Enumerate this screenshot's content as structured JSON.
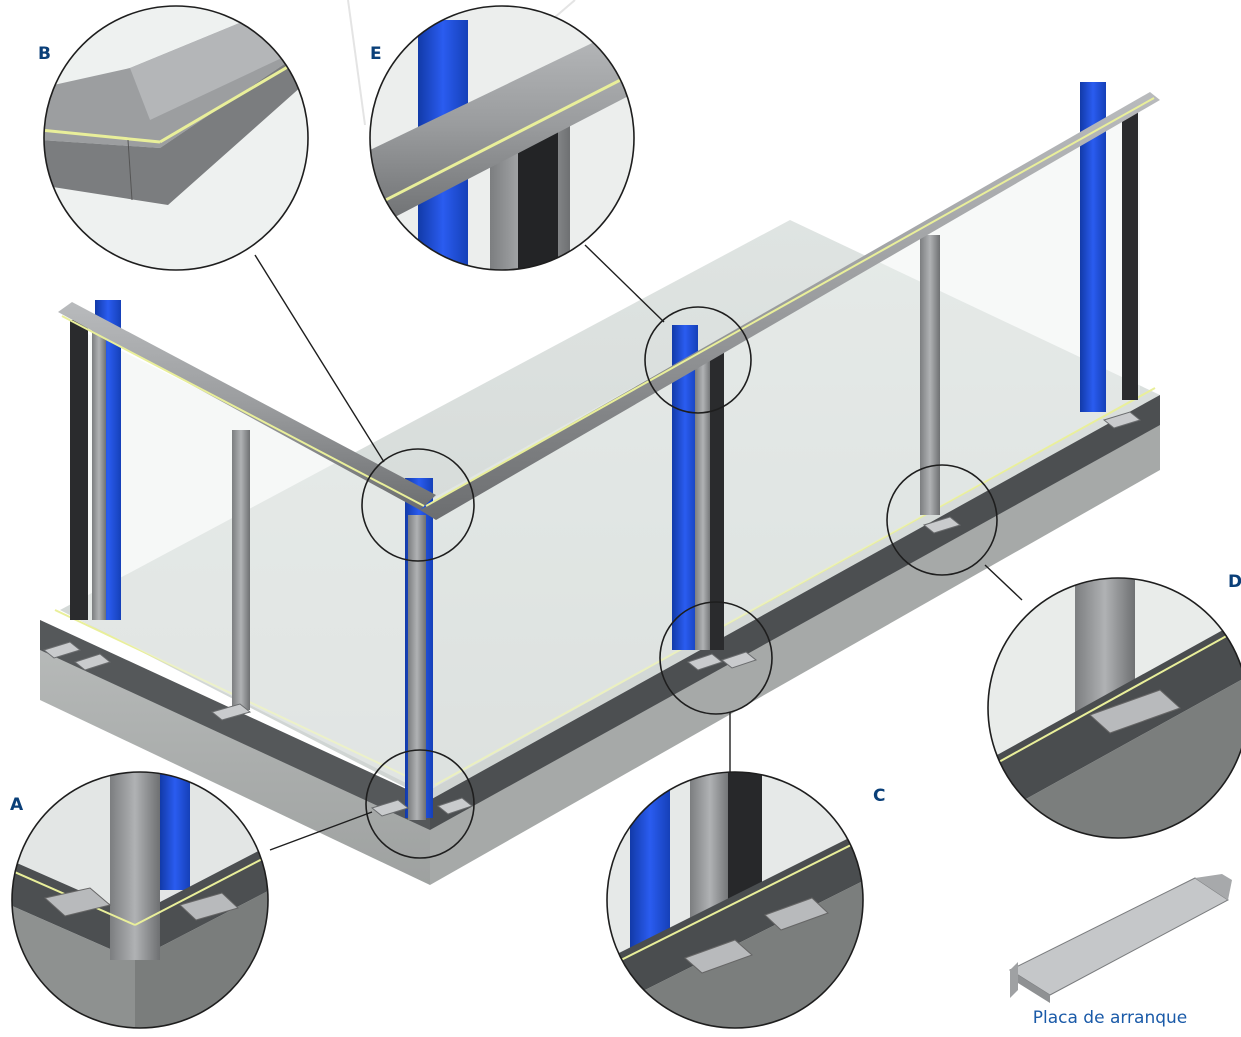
{
  "callouts": {
    "a": "A",
    "b": "B",
    "c": "C",
    "d": "D",
    "e": "E"
  },
  "caption": "Placa de arranque",
  "colors": {
    "steel_blue": "#1f4fd6",
    "label_blue": "#0a3f78",
    "caption_blue": "#1a5aa8",
    "aluminium": "#9a9c9e",
    "dark_profile": "#2a2b2d",
    "slab": "#c8cbc9",
    "glass": "#e6eae8",
    "seal_yellow": "#e9ef9a"
  }
}
